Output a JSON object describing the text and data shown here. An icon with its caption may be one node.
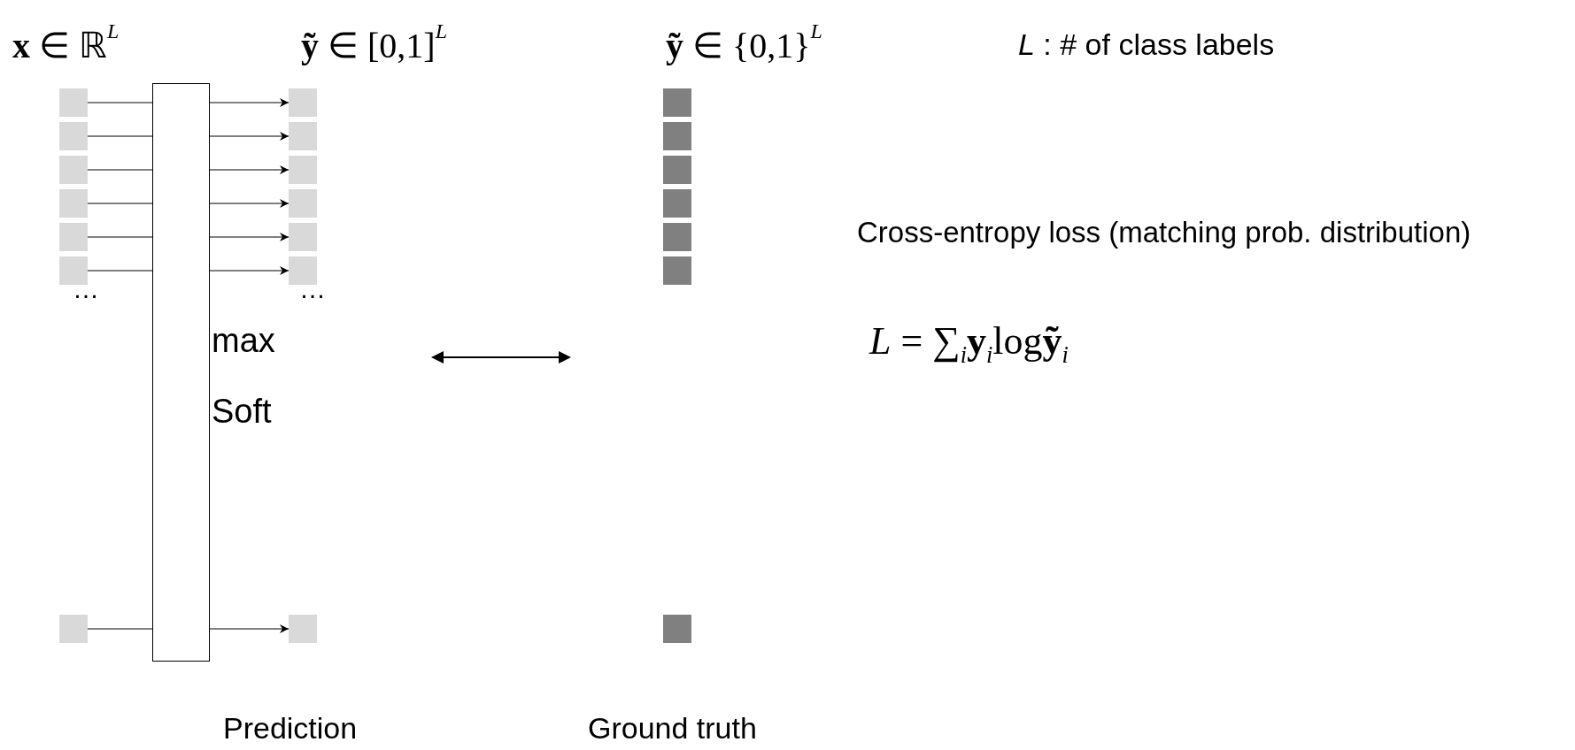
{
  "diagram": {
    "nodes": [
      {
        "text": [],
        "shape": "box"
      },
      {
        "text": [],
        "shape": "box"
      },
      {
        "text": [],
        "shape": "box"
      },
      {
        "text": [],
        "shape": "box"
      },
      {
        "text": [],
        "shape": "box"
      },
      {
        "text": [],
        "shape": "box"
      },
      {
        "text": [],
        "shape": "box"
      },
      {
        "text": [
          "max",
          "Soft"
        ]
      },
      {
        "text": [],
        "shape": "box"
      },
      {
        "text": [],
        "shape": "box"
      },
      {
        "text": [],
        "shape": "box"
      },
      {
        "text": [],
        "shape": "box"
      },
      {
        "text": [],
        "shape": "box"
      },
      {
        "text": [],
        "shape": "box"
      },
      {
        "text": [],
        "shape": "box"
      },
      {
        "text": [],
        "shape": "box"
      },
      {
        "text": [],
        "shape": "box"
      },
      {
        "text": [],
        "shape": "box"
      },
      {
        "text": [],
        "shape": "box"
      },
      {
        "text": [],
        "shape": "box"
      },
      {
        "text": [],
        "shape": "box"
      },
      {
        "text": [],
        "shape": "box"
      }
    ],
    "edges": [
      {
        "from": 0,
        "to": 7,
        "arrow": "none"
      },
      {
        "from": 1,
        "to": 7,
        "arrow": "none"
      },
      {
        "from": 2,
        "to": 7,
        "arrow": "none"
      },
      {
        "from": 3,
        "to": 7,
        "arrow": "none"
      },
      {
        "from": 4,
        "to": 7,
        "arrow": "none"
      },
      {
        "from": 5,
        "to": 7,
        "arrow": "none"
      },
      {
        "from": 6,
        "to": 7,
        "arrow": "none"
      },
      {
        "from": 7,
        "to": 8,
        "arrow": "to"
      },
      {
        "from": 7,
        "to": 9,
        "arrow": "to"
      },
      {
        "from": 7,
        "to": 10,
        "arrow": "to"
      },
      {
        "from": 7,
        "to": 11,
        "arrow": "to"
      },
      {
        "from": 7,
        "to": 12,
        "arrow": "to"
      },
      {
        "from": 7,
        "to": 13,
        "arrow": "to"
      },
      {
        "from": 7,
        "to": 14,
        "arrow": "to"
      }
    ],
    "labels": [
      "**x** ∈ ℝ$^{L}$",
      "**ỹ** ∈ [0,1]$^{L}$",
      "**ỹ** ∈ {0,1}$^{L}$",
      "*L* : # of class labels",
      "Cross-entropy loss (matching prob. distribution)",
      "…",
      "…",
      "*L* = ∑$_{i}$**y**$_{i}$log**ỹ**$_{i}$",
      "Prediction",
      "Ground truth"
    ]
  }
}
